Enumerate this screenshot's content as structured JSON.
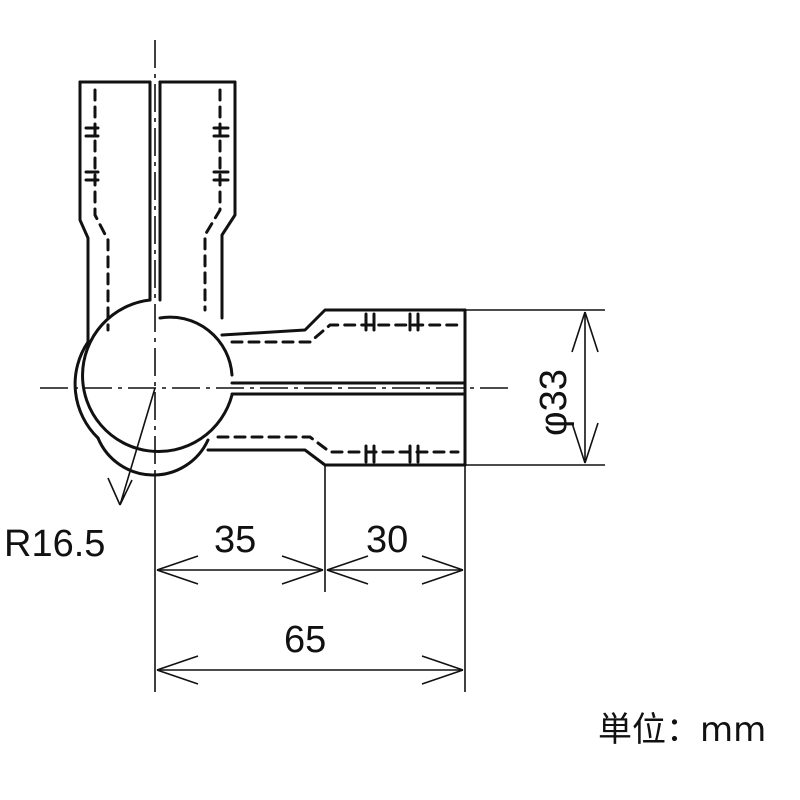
{
  "dimensions": {
    "radius": "R16.5",
    "horizontal_part1": "35",
    "horizontal_part2": "30",
    "horizontal_total": "65",
    "diameter": "φ33"
  },
  "unit_label": "単位：mm"
}
